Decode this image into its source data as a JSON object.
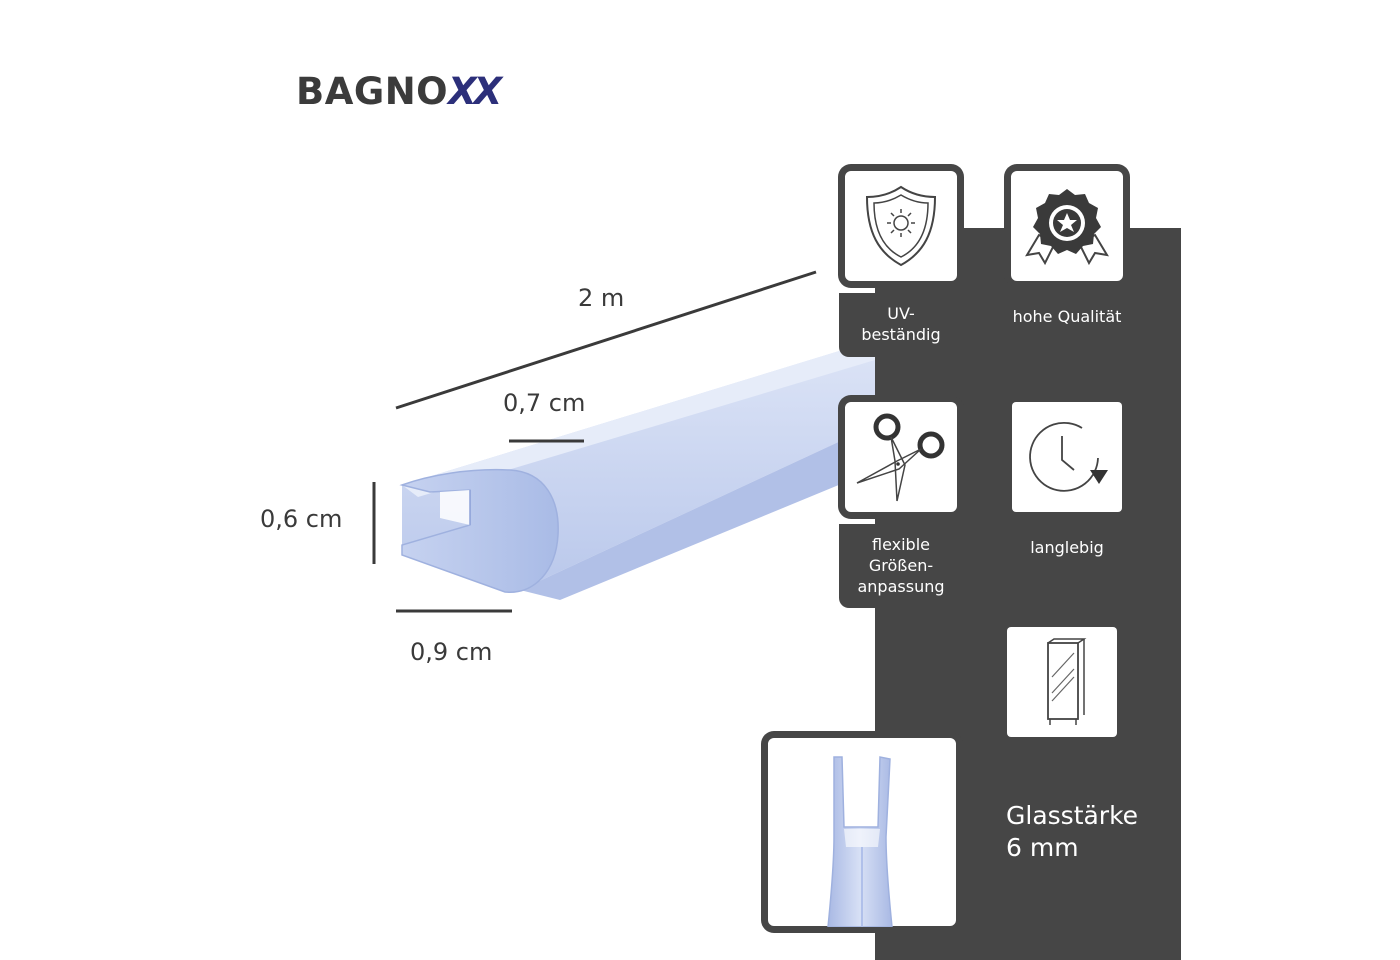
{
  "brand": {
    "name_main": "BAGNO",
    "name_accent": "XX"
  },
  "dimensions": {
    "length": "2 m",
    "width_top": "0,7 cm",
    "height": "0,6 cm",
    "width_bottom": "0,9 cm"
  },
  "features": [
    {
      "icon": "uv-shield-icon",
      "label": "UV-\nbeständig"
    },
    {
      "icon": "quality-badge-icon",
      "label": "hohe Qualität"
    },
    {
      "icon": "scissors-icon",
      "label": "flexible\nGrößen-\nanpassung"
    },
    {
      "icon": "clock-arrow-icon",
      "label": "langlebig"
    },
    {
      "icon": "glass-pane-icon",
      "label": ""
    }
  ],
  "glass": {
    "line1": "Glasstärke",
    "line2": "6 mm"
  },
  "colors": {
    "panel": "#464646",
    "seal": "#b9c8ec",
    "brand_accent": "#2c2f7a"
  }
}
